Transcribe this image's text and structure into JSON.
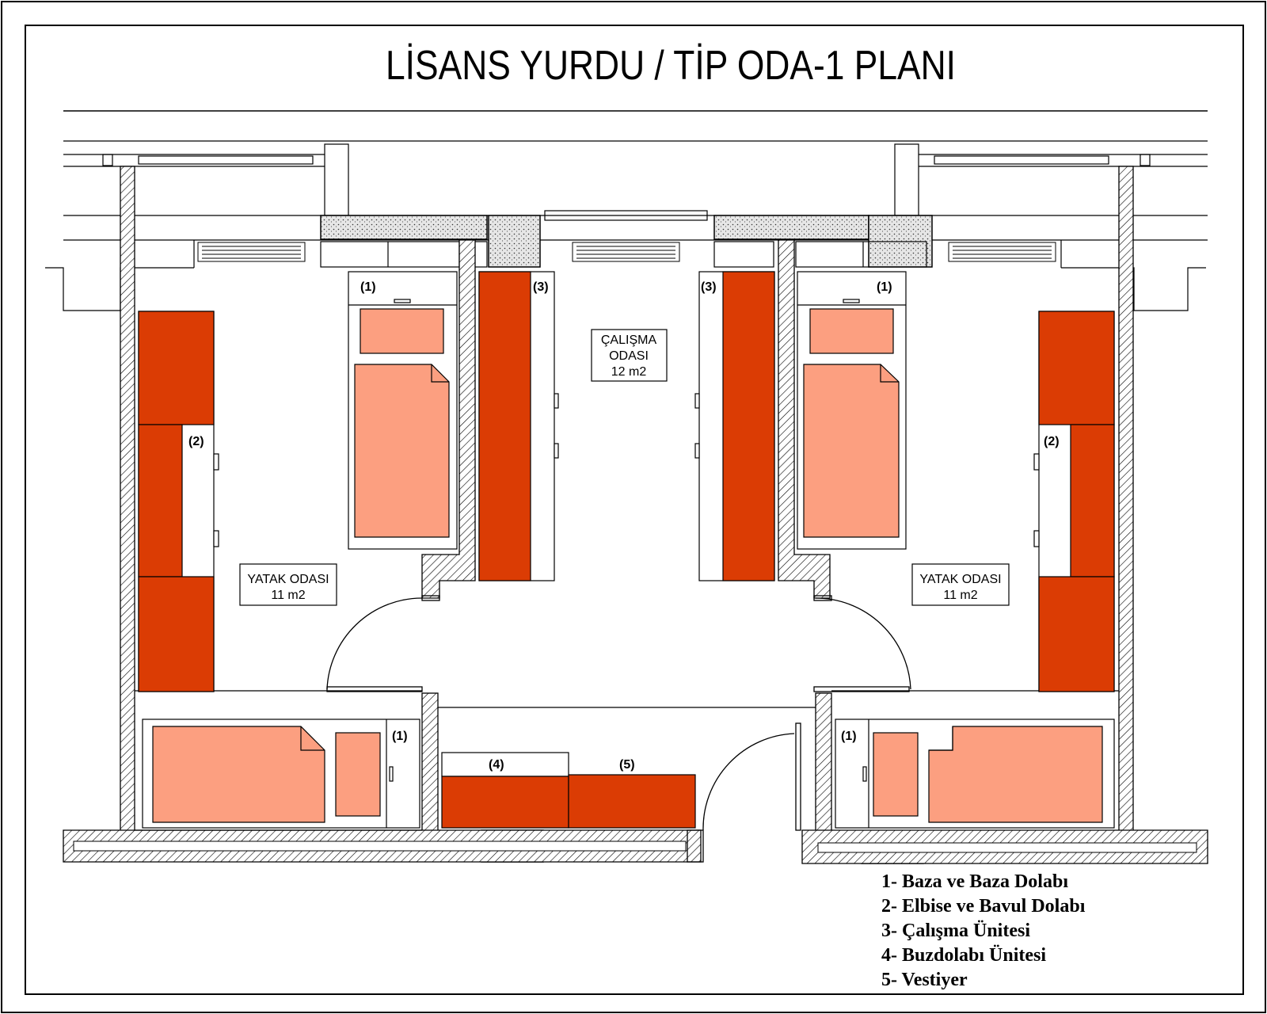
{
  "title": "LİSANS YURDU / TİP ODA-1 PLANI",
  "colors": {
    "cabinet": "#db3c04",
    "bed": "#fc9f80",
    "line": "#000000",
    "concrete": "#cccccc"
  },
  "rooms": {
    "study": {
      "name_line1": "ÇALIŞMA",
      "name_line2": "ODASI",
      "area": "12 m2"
    },
    "bedroom_left": {
      "name": "YATAK ODASI",
      "area": "11 m2"
    },
    "bedroom_right": {
      "name": "YATAK ODASI",
      "area": "11 m2"
    }
  },
  "markers": {
    "m1": "(1)",
    "m2": "(2)",
    "m3": "(3)",
    "m4": "(4)",
    "m5": "(5)"
  },
  "legend": [
    "1- Baza ve Baza Dolabı",
    "2- Elbise ve Bavul Dolabı",
    "3- Çalışma Ünitesi",
    "4- Buzdolabı Ünitesi",
    "5- Vestiyer"
  ]
}
